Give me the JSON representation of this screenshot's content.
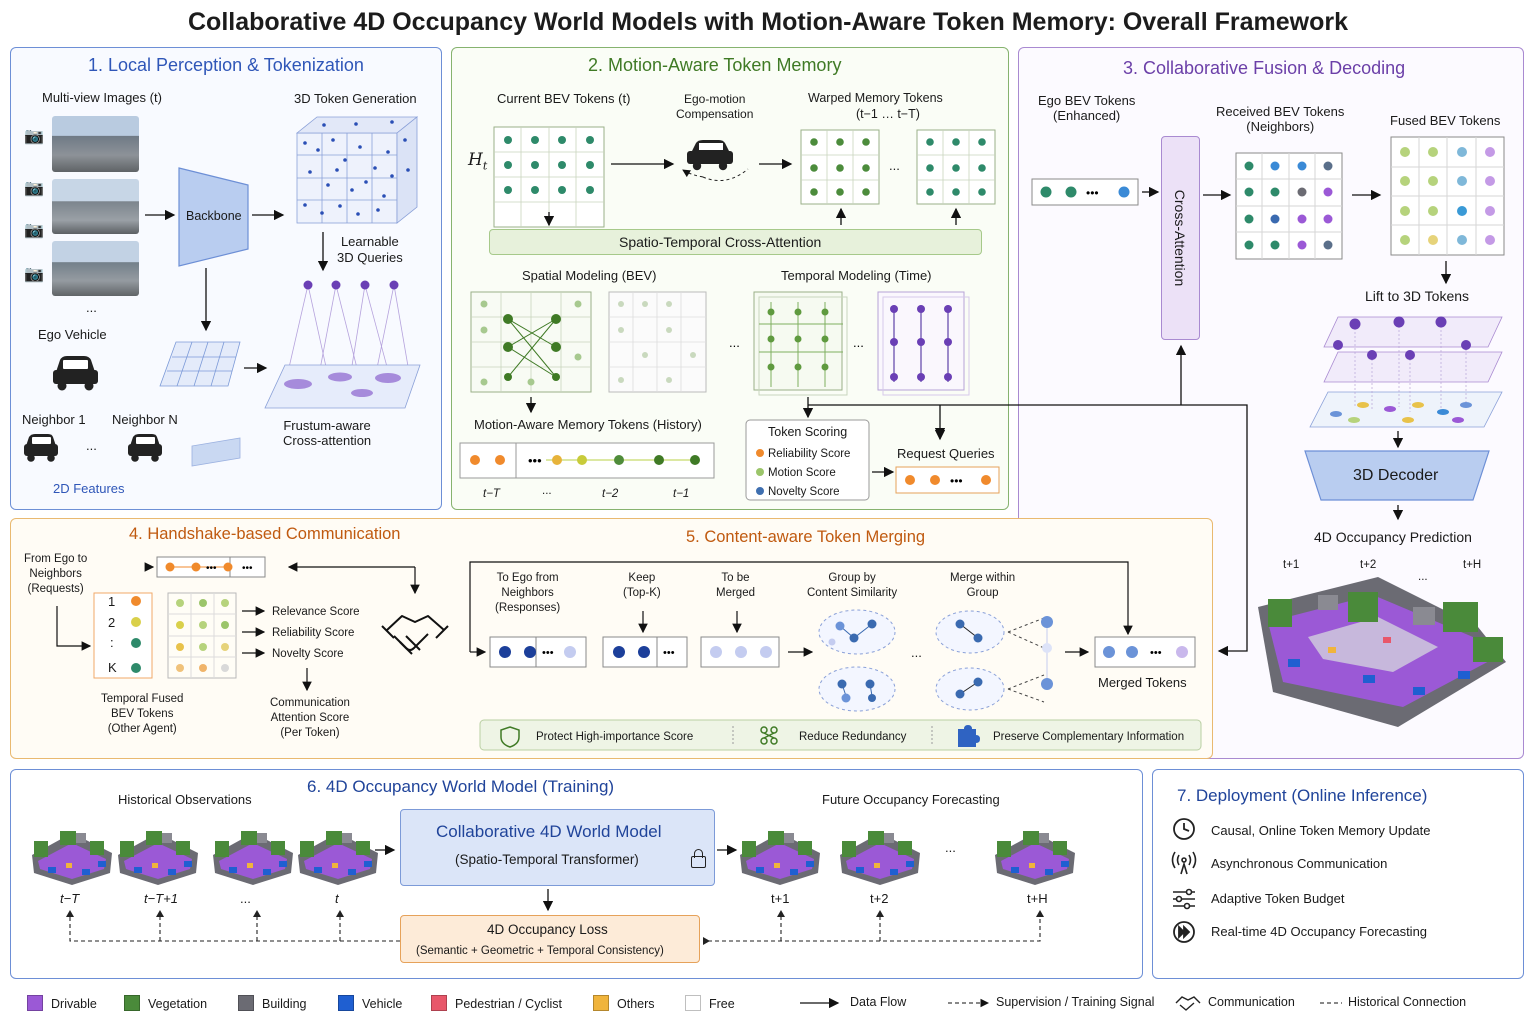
{
  "title": "Collaborative 4D Occupancy World Models with Motion-Aware Token Memory: Overall Framework",
  "panel1": {
    "title": "1. Local Perception & Tokenization",
    "multiview": "Multi-view Images (t)",
    "backbone": "Backbone",
    "token_gen": "3D Token Generation",
    "queries": "Learnable\n3D Queries",
    "ego_vehicle": "Ego Vehicle",
    "neighbor1": "Neighbor 1",
    "neighborN": "Neighbor N",
    "frustum": "Frustum-aware\nCross-attention",
    "features2d": "2D Features",
    "dots": "...",
    "dots2": "..."
  },
  "panel2": {
    "title": "2. Motion-Aware Token Memory",
    "current": "Current BEV Tokens (t)",
    "ht": "H",
    "ht_sub": "t",
    "ego_motion": "Ego-motion\nCompensation",
    "warped": "Warped Memory Tokens",
    "warped_range": "(t−1 … t−T)",
    "st_attn": "Spatio-Temporal Cross-Attention",
    "spatial": "Spatial Modeling (BEV)",
    "temporal": "Temporal Modeling (Time)",
    "memory": "Motion-Aware Memory Tokens (History)",
    "mem_ticks": [
      "t−T",
      "...",
      "t−2",
      "t−1"
    ],
    "scoring": "Token Scoring",
    "scores": [
      "Reliability Score",
      "Motion Score",
      "Novelty Score"
    ],
    "request": "Request Queries",
    "dots": "..."
  },
  "panel3": {
    "title": "3. Collaborative Fusion & Decoding",
    "ego_bev": "Ego BEV Tokens\n(Enhanced)",
    "cross": "Cross-Attention",
    "received": "Received BEV Tokens\n(Neighbors)",
    "fused": "Fused BEV Tokens",
    "lift": "Lift to 3D Tokens",
    "decoder": "3D Decoder",
    "prediction": "4D Occupancy Prediction",
    "pred_ticks": [
      "t+1",
      "t+2",
      "...",
      "t+H"
    ]
  },
  "panel4": {
    "title": "4. Handshake-based Communication",
    "from_ego": "From Ego to\nNeighbors\n(Requests)",
    "rows": [
      "1",
      "2",
      ":",
      "K"
    ],
    "scores": [
      "Relevance Score",
      "Reliability Score",
      "Novelty Score"
    ],
    "temporal_fused": "Temporal Fused\nBEV Tokens\n(Other Agent)",
    "comm_attn": "Communication\nAttention Score\n(Per Token)"
  },
  "panel5": {
    "title": "5. Content-aware Token Merging",
    "steps": [
      "To Ego from\nNeighbors\n(Responses)",
      "Keep\n(Top-K)",
      "To be\nMerged",
      "Group by\nContent Similarity",
      "Merge within\nGroup"
    ],
    "merged": "Merged Tokens",
    "bar": [
      "Protect High-importance Score",
      "Reduce Redundancy",
      "Preserve Complementary Information"
    ],
    "dots": "..."
  },
  "panel6": {
    "title": "6. 4D Occupancy World Model (Training)",
    "historical": "Historical Observations",
    "future": "Future Occupancy Forecasting",
    "model_title": "Collaborative 4D World Model",
    "model_sub": "(Spatio-Temporal Transformer)",
    "hist_ticks": [
      "t−T",
      "t−T+1",
      "...",
      "t"
    ],
    "future_ticks": [
      "t+1",
      "t+2",
      "...",
      "t+H"
    ],
    "loss_title": "4D Occupancy Loss",
    "loss_sub": "(Semantic + Geometric + Temporal Consistency)"
  },
  "panel7": {
    "title": "7.  Deployment (Online Inference)",
    "items": [
      "Causal, Online Token Memory Update",
      "Asynchronous Communication",
      "Adaptive Token Budget",
      "Real-time 4D Occupancy Forecasting"
    ]
  },
  "legend": {
    "items": [
      {
        "label": "Drivable",
        "color": "#9b59d6"
      },
      {
        "label": "Vegetation",
        "color": "#4a8a3a"
      },
      {
        "label": "Building",
        "color": "#6b6b73"
      },
      {
        "label": "Vehicle",
        "color": "#1f5fd1"
      },
      {
        "label": "Pedestrian / Cyclist",
        "color": "#e8576a"
      },
      {
        "label": "Others",
        "color": "#f0b43c"
      },
      {
        "label": "Free",
        "color": "#ffffff"
      }
    ],
    "data_flow": "Data Flow",
    "supervision": "Supervision / Training Signal",
    "communication": "Communication",
    "historical": "Historical Connection"
  },
  "colors": {
    "p1": "#2f56b8",
    "p2": "#3f7a25",
    "p3": "#6b3fa8",
    "p4": "#c05a10",
    "p5": "#c05a10",
    "p6": "#20449a",
    "p7": "#20449a"
  }
}
